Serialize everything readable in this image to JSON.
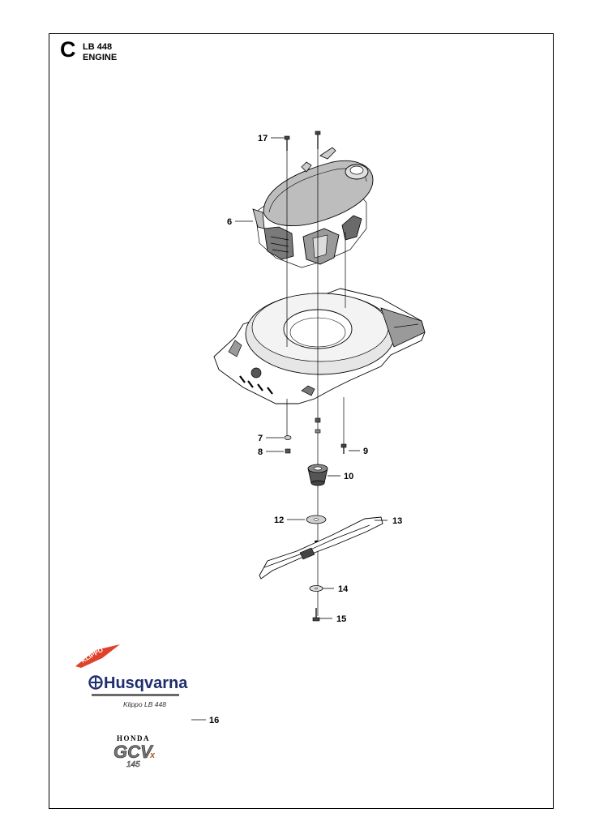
{
  "header": {
    "section_letter": "C",
    "model": "LB 448",
    "title": "ENGINE"
  },
  "callouts": {
    "c6": "6",
    "c7": "7",
    "c8": "8",
    "c9": "9",
    "c10": "10",
    "c12": "12",
    "c13": "13",
    "c14": "14",
    "c15": "15",
    "c16": "16",
    "c17": "17"
  },
  "labels": {
    "klippo_tag": "KLIPPO",
    "husqvarna": "Husqvarna",
    "decal_model": "Klippo LB 448",
    "honda": "HONDA",
    "gcv": "GCV",
    "gcv_sub": "x",
    "gcv_num": "145"
  },
  "colors": {
    "klippo_red": "#e0412b",
    "husqvarna_blue": "#1e2e6d",
    "line": "#000000"
  }
}
